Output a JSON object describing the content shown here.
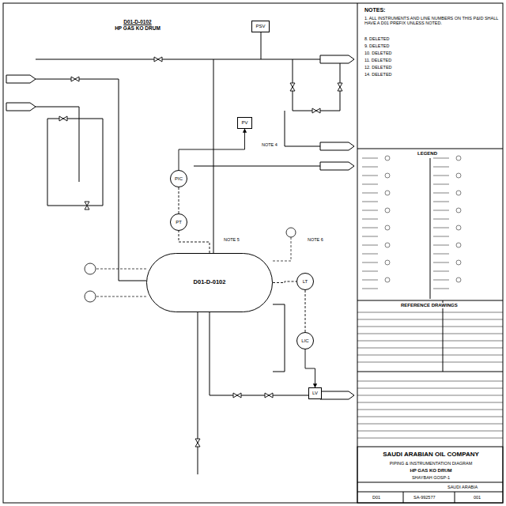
{
  "diagram": {
    "nodes": [
      {
        "text": [
          "D01-D-0102",
          "HP GAS KO DRUM"
        ]
      },
      {
        "text": [
          "D01-D-0102"
        ]
      },
      {
        "text": [
          "PT"
        ]
      },
      {
        "text": [
          "PIC"
        ]
      },
      {
        "text": [
          "PV"
        ]
      },
      {
        "text": [
          "LT"
        ]
      },
      {
        "text": [
          "LIC"
        ]
      },
      {
        "text": [
          "LV"
        ]
      },
      {
        "text": [
          "PSV"
        ]
      }
    ],
    "edges": [
      {
        "from": 1,
        "to": 2,
        "arrow": "none"
      },
      {
        "from": 2,
        "to": 3,
        "arrow": "none"
      },
      {
        "from": 3,
        "to": 4,
        "arrow": "to"
      },
      {
        "from": 1,
        "to": 5,
        "arrow": "none"
      },
      {
        "from": 5,
        "to": 6,
        "arrow": "none"
      },
      {
        "from": 6,
        "to": 7,
        "arrow": "to"
      }
    ],
    "labels": [
      "NOTES:",
      "1. ALL INSTRUMENTS AND LINE NUMBERS ON THIS P&ID SHALL HAVE A D01 PREFIX UNLESS NOTED.",
      "8. DELETED",
      "9. DELETED",
      "10. DELETED",
      "11. DELETED",
      "12. DELETED",
      "14. DELETED",
      "LEGEND",
      "REFERENCE DRAWINGS",
      "SAUDI ARABIAN OIL COMPANY",
      "PIPING & INSTRUMENTATION DIAGRAM",
      "HP GAS KO DRUM",
      "SHAYBAH GOSP-1",
      "SAUDI ARABIA",
      "D01",
      "SA-992577",
      "001",
      "NOTE 4",
      "NOTE 5",
      "NOTE 6"
    ]
  }
}
